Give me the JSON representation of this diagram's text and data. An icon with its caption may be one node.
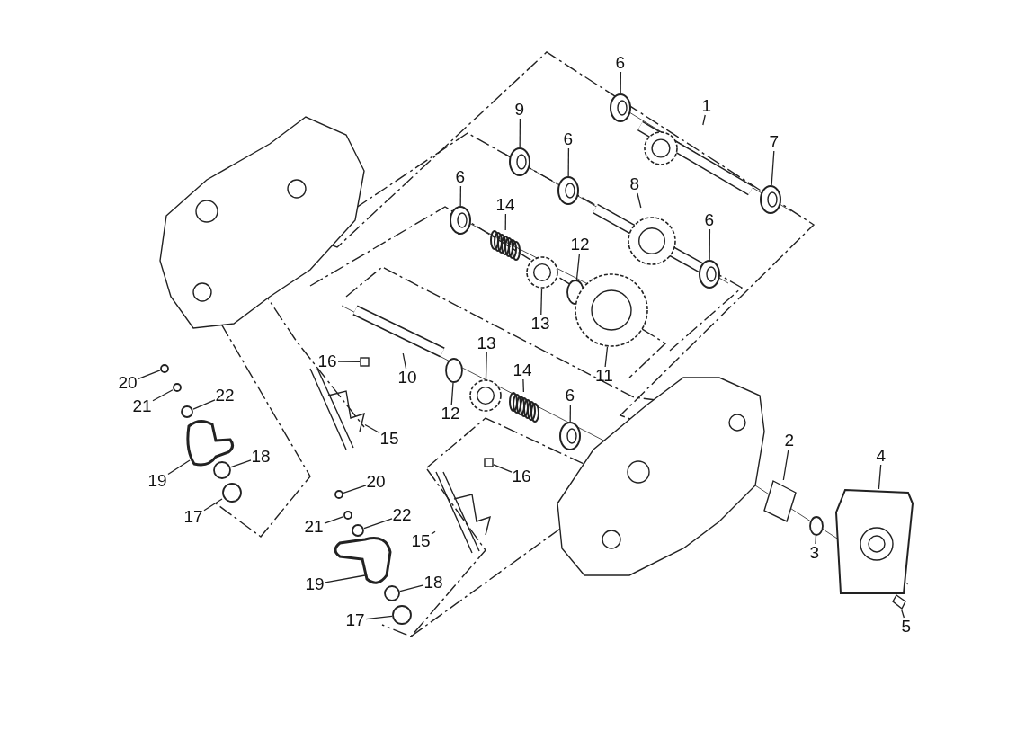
{
  "diagram": {
    "nodes": [
      {
        "text": [
          "6"
        ]
      },
      {
        "text": [
          "9"
        ]
      },
      {
        "text": [
          "6"
        ]
      },
      {
        "text": [
          "1"
        ]
      },
      {
        "text": [
          "7"
        ]
      },
      {
        "text": [
          "6"
        ]
      },
      {
        "text": [
          "14"
        ]
      },
      {
        "text": [
          "8"
        ]
      },
      {
        "text": [
          "6"
        ]
      },
      {
        "text": [
          "12"
        ]
      },
      {
        "text": [
          "13"
        ]
      },
      {
        "text": [
          "11"
        ]
      },
      {
        "text": [
          "13"
        ]
      },
      {
        "text": [
          "14"
        ]
      },
      {
        "text": [
          "10"
        ]
      },
      {
        "text": [
          "12"
        ]
      },
      {
        "text": [
          "6"
        ]
      },
      {
        "text": [
          "16"
        ]
      },
      {
        "text": [
          "15"
        ]
      },
      {
        "text": [
          "20"
        ]
      },
      {
        "text": [
          "21"
        ]
      },
      {
        "text": [
          "22"
        ]
      },
      {
        "text": [
          "19"
        ]
      },
      {
        "text": [
          "18"
        ]
      },
      {
        "text": [
          "17"
        ]
      },
      {
        "text": [
          "16"
        ]
      },
      {
        "text": [
          "15"
        ]
      },
      {
        "text": [
          "20"
        ]
      },
      {
        "text": [
          "21"
        ]
      },
      {
        "text": [
          "22"
        ]
      },
      {
        "text": [
          "19"
        ]
      },
      {
        "text": [
          "18"
        ]
      },
      {
        "text": [
          "17"
        ]
      },
      {
        "text": [
          "2"
        ]
      },
      {
        "text": [
          "3"
        ]
      },
      {
        "text": [
          "4"
        ]
      },
      {
        "text": [
          "5"
        ]
      },
      {
        "text": [],
        "shape": "picture"
      },
      {
        "text": [],
        "shape": "picture"
      },
      {
        "text": [],
        "shape": "picture"
      },
      {
        "text": [],
        "shape": "picture"
      },
      {
        "text": [],
        "shape": "picture"
      },
      {
        "text": [],
        "shape": "picture"
      },
      {
        "text": [],
        "shape": "picture"
      },
      {
        "text": [],
        "shape": "picture"
      },
      {
        "text": [],
        "shape": "picture"
      },
      {
        "text": [],
        "shape": "circle"
      },
      {
        "text": [],
        "shape": "picture"
      },
      {
        "text": [],
        "shape": "picture"
      },
      {
        "text": [],
        "shape": "picture"
      },
      {
        "text": [],
        "shape": "picture"
      },
      {
        "text": [],
        "shape": "picture"
      },
      {
        "text": [],
        "shape": "circle"
      },
      {
        "text": [],
        "shape": "picture"
      },
      {
        "text": [],
        "shape": "box"
      },
      {
        "text": [],
        "shape": "picture"
      },
      {
        "text": [],
        "shape": "circle"
      },
      {
        "text": [],
        "shape": "circle"
      },
      {
        "text": [],
        "shape": "circle"
      },
      {
        "text": [],
        "shape": "picture"
      },
      {
        "text": [],
        "shape": "circle"
      },
      {
        "text": [],
        "shape": "circle"
      },
      {
        "text": [],
        "shape": "box"
      },
      {
        "text": [],
        "shape": "picture"
      },
      {
        "text": [],
        "shape": "circle"
      },
      {
        "text": [],
        "shape": "circle"
      },
      {
        "text": [],
        "shape": "circle"
      },
      {
        "text": [],
        "shape": "picture"
      },
      {
        "text": [],
        "shape": "circle"
      },
      {
        "text": [],
        "shape": "circle"
      },
      {
        "text": [],
        "shape": "picture"
      },
      {
        "text": [],
        "shape": "circle"
      },
      {
        "text": [],
        "shape": "picture"
      },
      {
        "text": [],
        "shape": "picture"
      }
    ],
    "edges": [
      {
        "from": 0,
        "to": 37,
        "arrow": "none"
      },
      {
        "from": 1,
        "to": 38,
        "arrow": "none"
      },
      {
        "from": 2,
        "to": 39,
        "arrow": "none"
      },
      {
        "from": 3,
        "to": 40,
        "arrow": "none"
      },
      {
        "from": 4,
        "to": 41,
        "arrow": "none"
      },
      {
        "from": 5,
        "to": 42,
        "arrow": "none"
      },
      {
        "from": 6,
        "to": 43,
        "arrow": "none"
      },
      {
        "from": 7,
        "to": 44,
        "arrow": "none"
      },
      {
        "from": 8,
        "to": 45,
        "arrow": "none"
      },
      {
        "from": 9,
        "to": 46,
        "arrow": "none"
      },
      {
        "from": 10,
        "to": 47,
        "arrow": "none"
      },
      {
        "from": 11,
        "to": 48,
        "arrow": "none"
      },
      {
        "from": 12,
        "to": 49,
        "arrow": "none"
      },
      {
        "from": 13,
        "to": 50,
        "arrow": "none"
      },
      {
        "from": 14,
        "to": 51,
        "arrow": "none"
      },
      {
        "from": 15,
        "to": 52,
        "arrow": "none"
      },
      {
        "from": 16,
        "to": 53,
        "arrow": "none"
      },
      {
        "from": 17,
        "to": 54,
        "arrow": "none"
      },
      {
        "from": 18,
        "to": 55,
        "arrow": "none"
      },
      {
        "from": 19,
        "to": 56,
        "arrow": "none"
      },
      {
        "from": 20,
        "to": 57,
        "arrow": "none"
      },
      {
        "from": 21,
        "to": 58,
        "arrow": "none"
      },
      {
        "from": 22,
        "to": 59,
        "arrow": "none"
      },
      {
        "from": 23,
        "to": 60,
        "arrow": "none"
      },
      {
        "from": 24,
        "to": 61,
        "arrow": "none"
      },
      {
        "from": 25,
        "to": 62,
        "arrow": "none"
      },
      {
        "from": 26,
        "to": 63,
        "arrow": "none"
      },
      {
        "from": 27,
        "to": 64,
        "arrow": "none"
      },
      {
        "from": 28,
        "to": 65,
        "arrow": "none"
      },
      {
        "from": 29,
        "to": 66,
        "arrow": "none"
      },
      {
        "from": 30,
        "to": 67,
        "arrow": "none"
      },
      {
        "from": 31,
        "to": 68,
        "arrow": "none"
      },
      {
        "from": 32,
        "to": 69,
        "arrow": "none"
      },
      {
        "from": 33,
        "to": 70,
        "arrow": "none"
      },
      {
        "from": 34,
        "to": 71,
        "arrow": "none"
      },
      {
        "from": 35,
        "to": 72,
        "arrow": "none"
      },
      {
        "from": 36,
        "to": 73,
        "arrow": "none"
      }
    ]
  }
}
